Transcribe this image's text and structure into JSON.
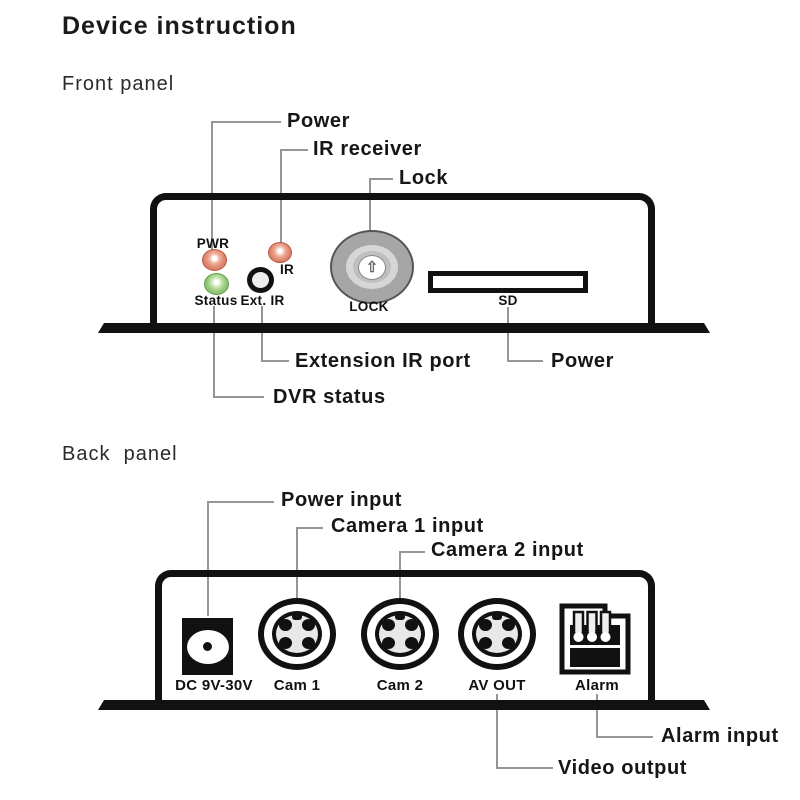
{
  "title": "Device instruction",
  "sections": {
    "front": {
      "label": "Front panel"
    },
    "back": {
      "label": "Back  panel"
    }
  },
  "front_callouts": {
    "power": "Power",
    "ir_receiver": "IR receiver",
    "lock": "Lock",
    "extension_ir_port": "Extension IR port",
    "sd_slot": "Power",
    "dvr_status": "DVR status"
  },
  "front_panel": {
    "pwr_led": "PWR",
    "status_led": "Status",
    "ir_led": "IR",
    "ext_ir": "Ext. IR",
    "lock": "LOCK",
    "sd": "SD"
  },
  "back_callouts": {
    "power_input": "Power input",
    "camera1_input": "Camera 1 input",
    "camera2_input": "Camera 2 input",
    "alarm_input": "Alarm input",
    "video_output": "Video output"
  },
  "back_panel": {
    "dc": "DC 9V-30V",
    "cam1": "Cam 1",
    "cam2": "Cam 2",
    "av_out": "AV OUT",
    "alarm": "Alarm"
  },
  "icons": {
    "lock_key_arrow": "⇧"
  },
  "colors": {
    "led_red": "#e08a72",
    "led_green": "#96cb7c",
    "leader_line": "#969696",
    "outline": "#111111"
  }
}
